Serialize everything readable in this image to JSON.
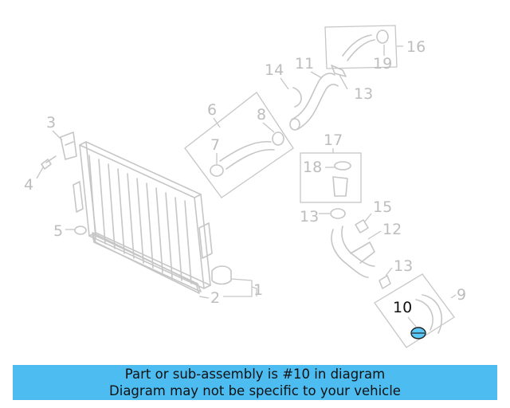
{
  "diagram": {
    "callouts": [
      {
        "id": "1",
        "label": "1"
      },
      {
        "id": "2",
        "label": "2"
      },
      {
        "id": "3",
        "label": "3"
      },
      {
        "id": "4",
        "label": "4"
      },
      {
        "id": "5",
        "label": "5"
      },
      {
        "id": "6",
        "label": "6"
      },
      {
        "id": "7",
        "label": "7"
      },
      {
        "id": "8",
        "label": "8"
      },
      {
        "id": "9",
        "label": "9"
      },
      {
        "id": "10",
        "label": "10"
      },
      {
        "id": "11",
        "label": "11"
      },
      {
        "id": "12",
        "label": "12"
      },
      {
        "id": "13a",
        "label": "13"
      },
      {
        "id": "13b",
        "label": "13"
      },
      {
        "id": "13c",
        "label": "13"
      },
      {
        "id": "14",
        "label": "14"
      },
      {
        "id": "15",
        "label": "15"
      },
      {
        "id": "16",
        "label": "16"
      },
      {
        "id": "17",
        "label": "17"
      },
      {
        "id": "18",
        "label": "18"
      },
      {
        "id": "19",
        "label": "19"
      }
    ],
    "highlighted_part": "10",
    "highlight_color": "#5bc8f5"
  },
  "footer": {
    "line1": "Part or sub-assembly is #10 in diagram",
    "line2": "Diagram may not be specific to your vehicle",
    "background": "#4cbcf1"
  }
}
